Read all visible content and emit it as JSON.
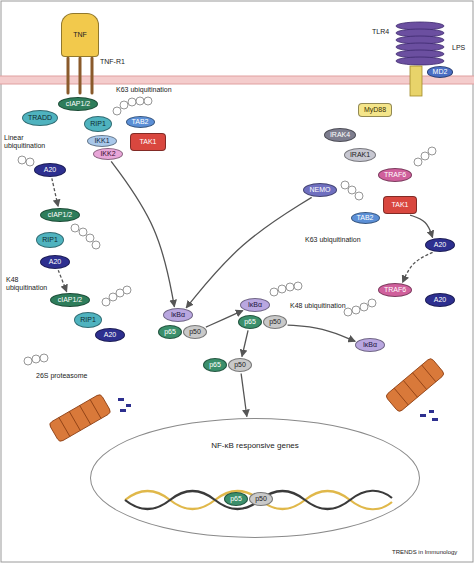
{
  "diagram": {
    "nodes": [
      {
        "text": [
          "TNF"
        ]
      },
      {
        "text": [
          "TRADD"
        ]
      },
      {
        "text": [
          "cIAP1/2"
        ]
      },
      {
        "text": [
          "RIP1"
        ]
      },
      {
        "text": [
          "IKK1"
        ]
      },
      {
        "text": [
          "IKK2"
        ]
      },
      {
        "text": [
          "TAB2"
        ]
      },
      {
        "text": [
          "TAK1"
        ]
      },
      {
        "text": [
          "A20"
        ]
      },
      {
        "text": [
          "cIAP1/2"
        ]
      },
      {
        "text": [
          "RIP1"
        ]
      },
      {
        "text": [
          "A20"
        ]
      },
      {
        "text": [
          "cIAP1/2"
        ]
      },
      {
        "text": [
          "RIP1"
        ]
      },
      {
        "text": [
          "A20"
        ]
      },
      {
        "text": [
          "MD2"
        ]
      },
      {
        "text": [
          "MyD88"
        ]
      },
      {
        "text": [
          "IRAK4"
        ]
      },
      {
        "text": [
          "IRAK1"
        ]
      },
      {
        "text": [
          "TRAF6"
        ]
      },
      {
        "text": [
          "NEMO"
        ]
      },
      {
        "text": [
          "TAK1"
        ]
      },
      {
        "text": [
          "TAB2"
        ]
      },
      {
        "text": [
          "A20"
        ]
      },
      {
        "text": [
          "TRAF6"
        ]
      },
      {
        "text": [
          "A20"
        ]
      },
      {
        "text": [
          "IκBα"
        ]
      },
      {
        "text": [
          "p65"
        ]
      },
      {
        "text": [
          "p50"
        ]
      },
      {
        "text": [
          "IκBα"
        ]
      },
      {
        "text": [
          "p65"
        ]
      },
      {
        "text": [
          "p50"
        ]
      },
      {
        "text": [
          "p65"
        ]
      },
      {
        "text": [
          "p50"
        ]
      },
      {
        "text": [
          "IκBα"
        ]
      },
      {
        "text": [
          "NF-κB responsive genes"
        ]
      },
      {
        "text": [
          "p65"
        ],
        "in": 35
      },
      {
        "text": [
          "p50"
        ],
        "in": 35
      }
    ],
    "edges": [
      {
        "from": 5,
        "to": 26,
        "arrow": "to"
      },
      {
        "from": 20,
        "to": 26,
        "arrow": "to"
      },
      {
        "from": 28,
        "to": 29,
        "arrow": "to"
      },
      {
        "from": 31,
        "to": 34,
        "arrow": "to"
      },
      {
        "from": 30,
        "to": 33,
        "arrow": "to"
      },
      {
        "from": 33,
        "to": 35,
        "arrow": "to"
      },
      {
        "from": 8,
        "to": 9,
        "arrow": "to"
      },
      {
        "from": 11,
        "to": 12,
        "arrow": "to"
      },
      {
        "from": 21,
        "to": 23,
        "arrow": "to"
      },
      {
        "from": 23,
        "to": 24,
        "arrow": "to"
      }
    ],
    "labels": [
      "TNF-R1",
      "K63 ubiquitination",
      "Linear ubiquitination",
      "K48 ubiquitination",
      "26S proteasome",
      "TLR4",
      "LPS",
      "K48 ubiquitination",
      "K63 ubiquitination",
      "TRENDS in Immunology"
    ]
  }
}
